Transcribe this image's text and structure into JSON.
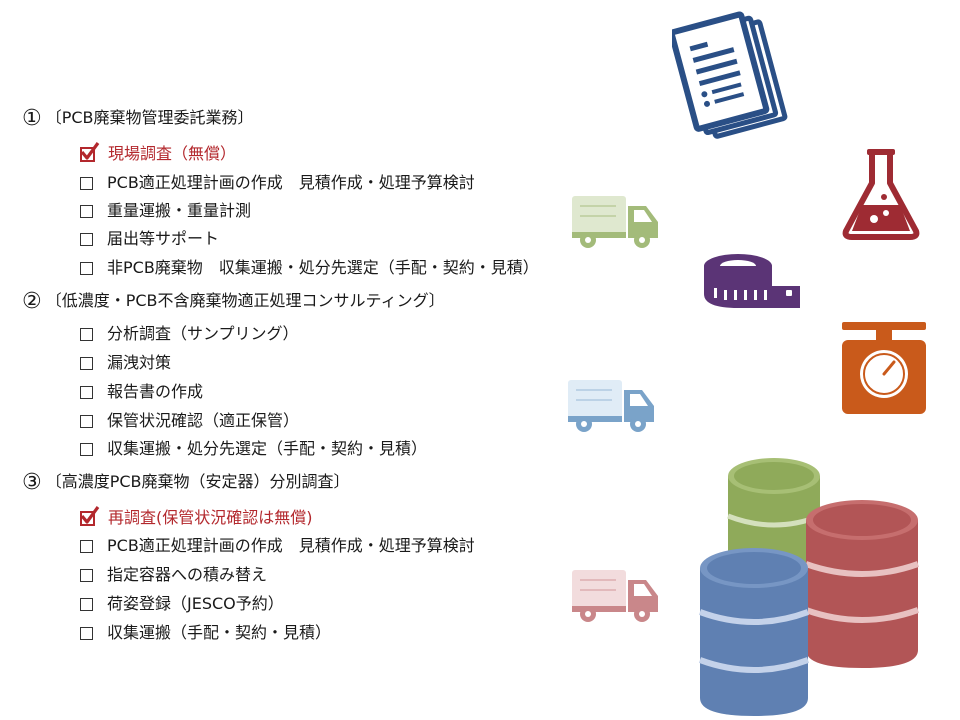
{
  "sections": [
    {
      "number": "①",
      "title": "〔PCB廃棄物管理委託業務〕",
      "items": [
        {
          "label": "現場調査（無償）",
          "checked": true
        },
        {
          "label": "PCB適正処理計画の作成　見積作成・処理予算検討",
          "checked": false
        },
        {
          "label": "重量運搬・重量計測",
          "checked": false
        },
        {
          "label": "届出等サポート",
          "checked": false
        },
        {
          "label": "非PCB廃棄物　収集運搬・処分先選定（手配・契約・見積）",
          "checked": false
        }
      ]
    },
    {
      "number": "②",
      "title": "〔低濃度・PCB不含廃棄物適正処理コンサルティング〕",
      "items": [
        {
          "label": "分析調査（サンプリング）",
          "checked": false
        },
        {
          "label": "漏洩対策",
          "checked": false
        },
        {
          "label": "報告書の作成",
          "checked": false
        },
        {
          "label": "保管状況確認（適正保管）",
          "checked": false
        },
        {
          "label": "収集運搬・処分先選定（手配・契約・見積）",
          "checked": false
        }
      ]
    },
    {
      "number": "③",
      "title": "〔高濃度PCB廃棄物（安定器）分別調査〕",
      "items": [
        {
          "label": "再調査(保管状況確認は無償)",
          "checked": true
        },
        {
          "label": "PCB適正処理計画の作成　見積作成・処理予算検討",
          "checked": false
        },
        {
          "label": "指定容器への積み替え",
          "checked": false
        },
        {
          "label": "荷姿登録（JESCO予約）",
          "checked": false
        },
        {
          "label": "収集運搬（手配・契約・見積）",
          "checked": false
        }
      ]
    }
  ],
  "icons": {
    "document": "document-icon",
    "flask": "flask-icon",
    "tape_measure": "tape-measure-icon",
    "scale": "scale-icon",
    "drums": "drums-icon",
    "truck_green": "truck-icon",
    "truck_blue": "truck-icon",
    "truck_red": "truck-icon"
  },
  "colors": {
    "check_red": "#b3282d",
    "doc_blue": "#2a4f86",
    "flask_red": "#9e2b33",
    "tape_purple": "#5b3476",
    "scale_orange": "#c95a1b",
    "drum_green": "#8faa5a",
    "drum_blue": "#5f80b2",
    "drum_red": "#b25556",
    "truck_green": "#a3bb7a",
    "truck_blue": "#7aa3c9",
    "truck_red": "#c9878a"
  }
}
